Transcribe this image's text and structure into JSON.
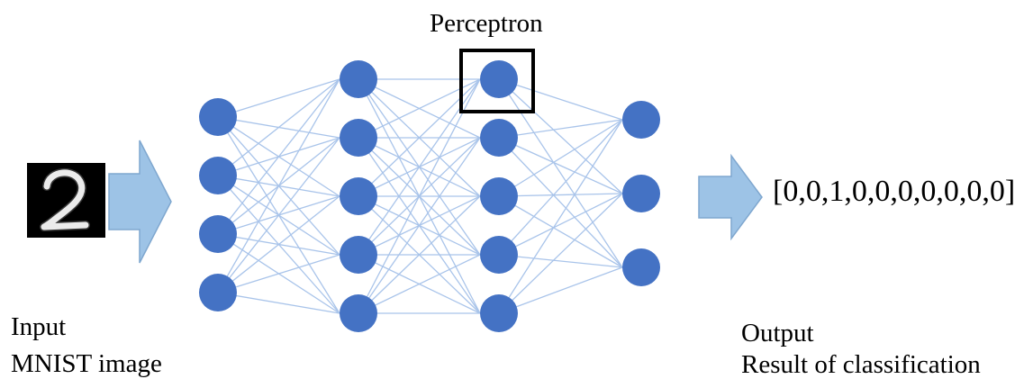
{
  "network": {
    "layers": [
      4,
      5,
      5,
      3
    ],
    "connection_color": "#a9c4ea",
    "node_color": "#4472c4"
  },
  "labels": {
    "perceptron": "Perceptron",
    "input_line1": "Input",
    "input_line2": "MNIST image",
    "output_line1": "Output",
    "output_line2": "Result of classification",
    "output_vector": "[0,0,1,0,0,0,0,0,0,0]"
  },
  "input_image": {
    "digit": "2",
    "background": "#000000"
  },
  "colors": {
    "arrow_fill": "#9dc3e6",
    "arrow_stroke": "#7fa7cf",
    "highlight_box": "#000000"
  }
}
